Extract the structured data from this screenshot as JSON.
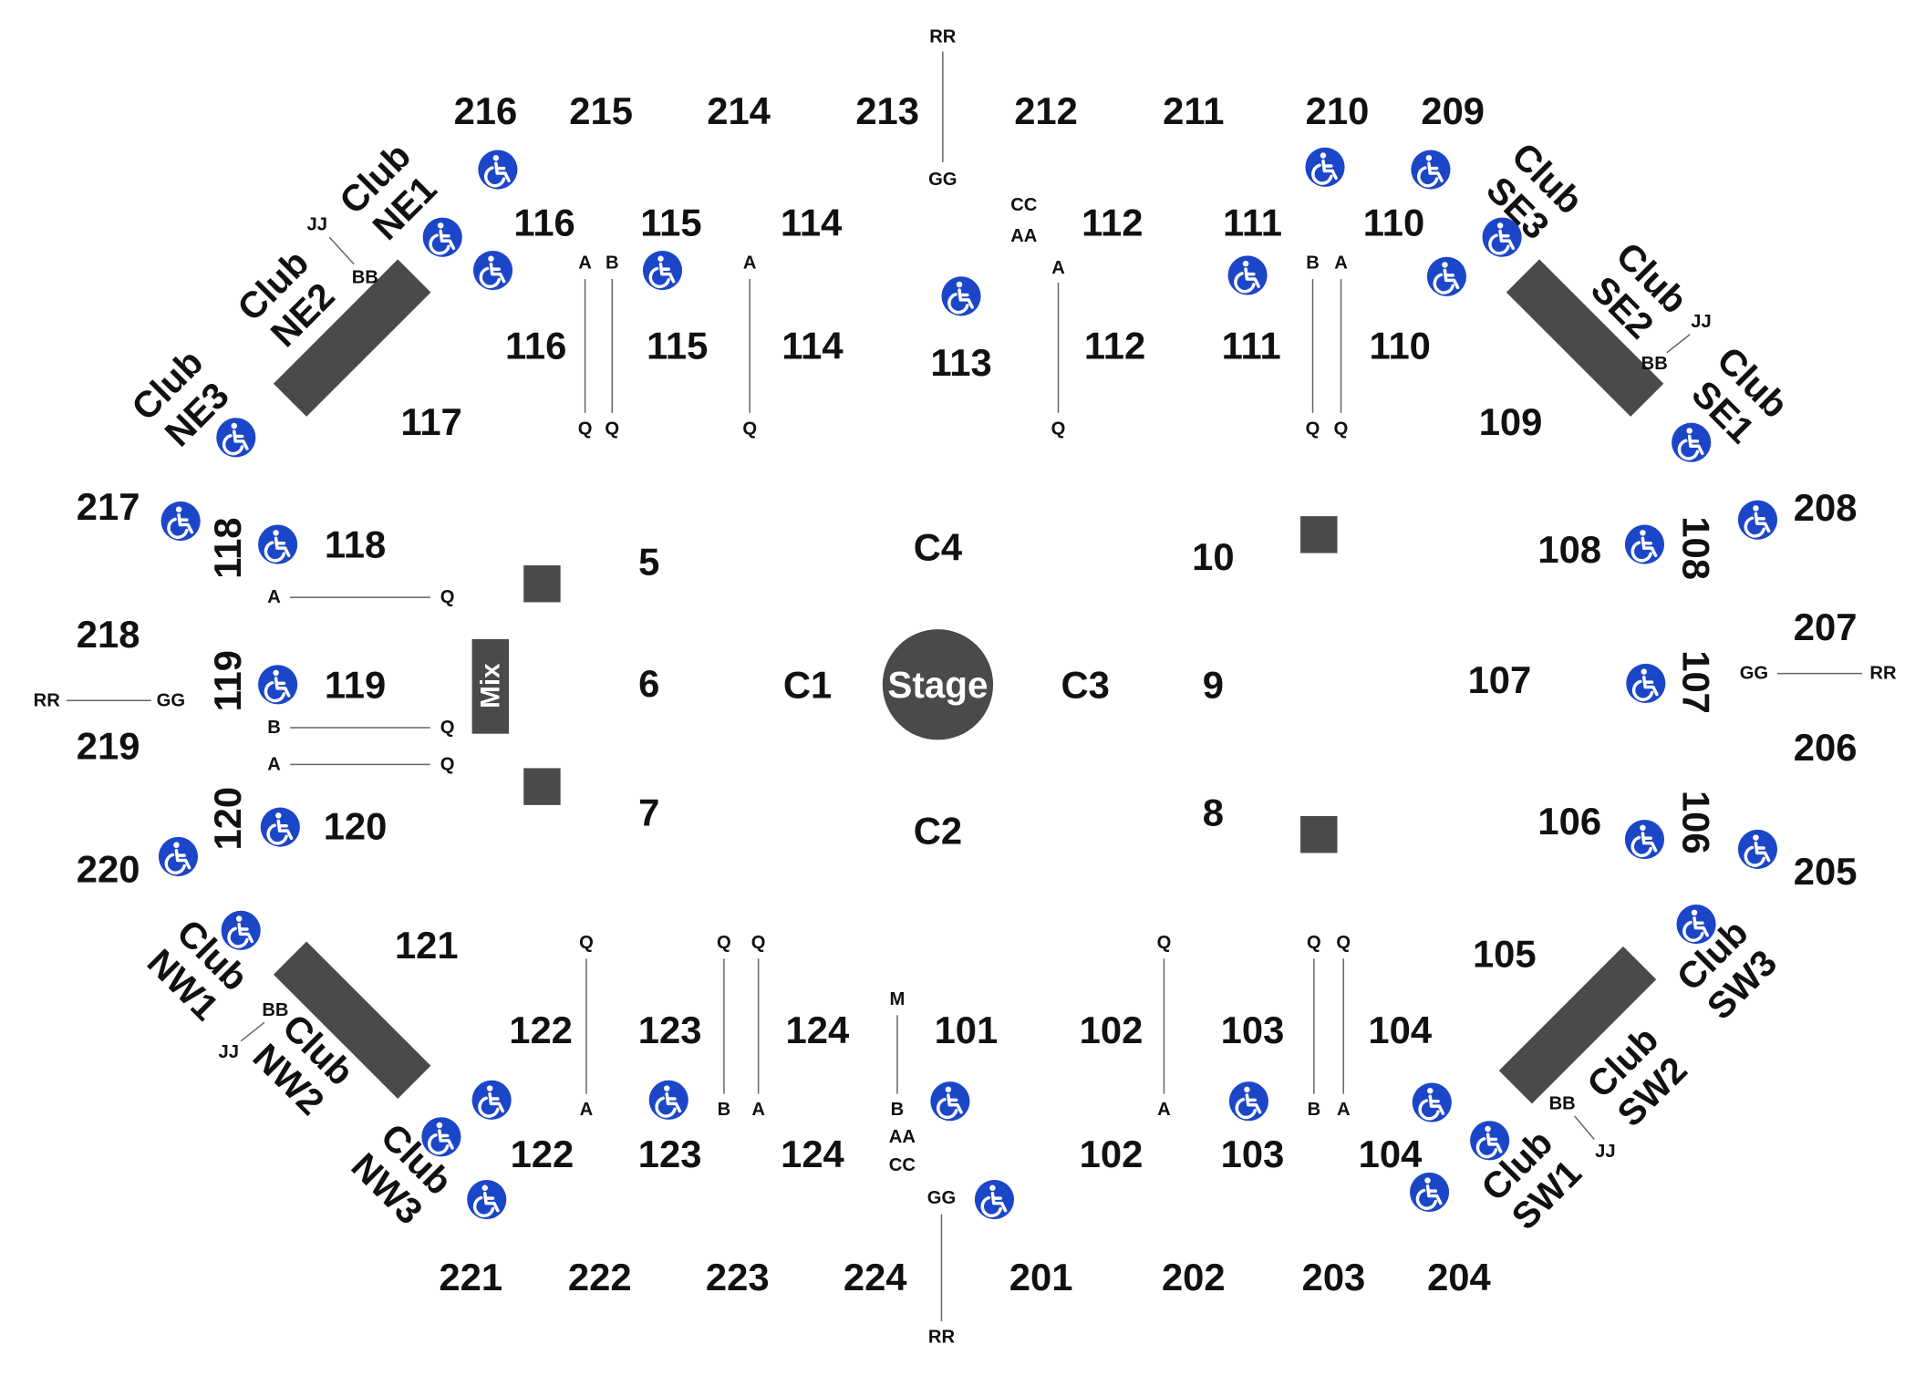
{
  "map": {
    "stage_label": "Stage",
    "mix_label": "Mix",
    "colors": {
      "block": "#4a4a4a",
      "accessible_icon_bg": "#1c46c8",
      "text": "#111111",
      "row_line": "#666666"
    },
    "floor_sections": [
      "C1",
      "C2",
      "C3",
      "C4",
      "5",
      "6",
      "7",
      "8",
      "9",
      "10"
    ],
    "lower_sections_top": [
      "116",
      "115",
      "114",
      "113",
      "112",
      "111",
      "110",
      "109",
      "117"
    ],
    "lower_sections_bottom": [
      "121",
      "122",
      "123",
      "124",
      "101",
      "102",
      "103",
      "104",
      "105"
    ],
    "lower_sections_sides": [
      "118",
      "119",
      "120",
      "106",
      "107",
      "108"
    ],
    "upper_sections": [
      "201",
      "202",
      "203",
      "204",
      "205",
      "206",
      "207",
      "208",
      "209",
      "210",
      "211",
      "212",
      "213",
      "214",
      "215",
      "216",
      "217",
      "218",
      "219",
      "220",
      "221",
      "222",
      "223",
      "224"
    ],
    "clubs": [
      "NE1",
      "NE2",
      "NE3",
      "SE1",
      "SE2",
      "SE3",
      "NW1",
      "NW2",
      "NW3",
      "SW1",
      "SW2",
      "SW3"
    ],
    "club_word": "Club",
    "row_labels": [
      "A",
      "B",
      "M",
      "Q",
      "AA",
      "BB",
      "CC",
      "GG",
      "JJ",
      "RR"
    ],
    "icon": "accessible-seating-icon"
  }
}
